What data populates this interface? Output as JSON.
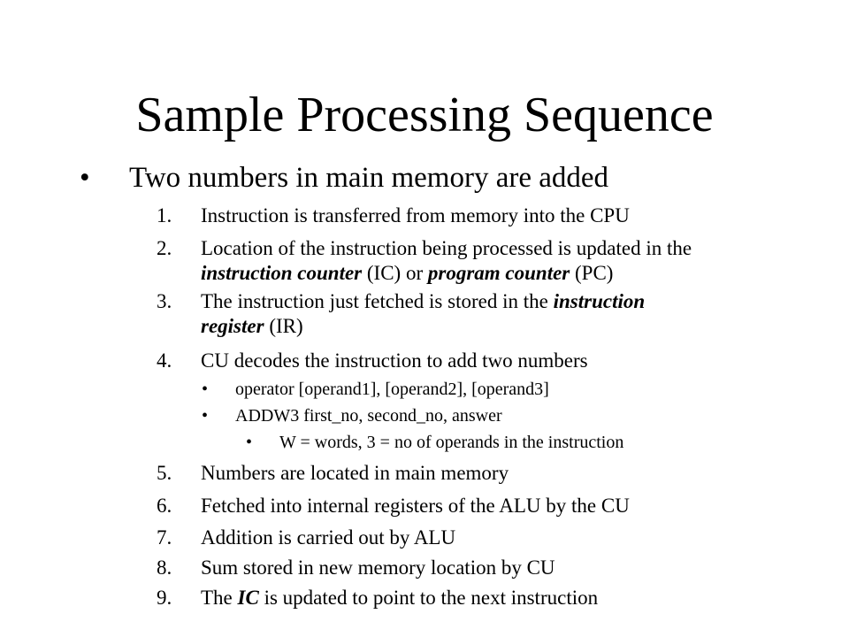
{
  "title": "Sample Processing Sequence",
  "main_bullet": {
    "marker": "•",
    "text": "Two numbers in main memory are added"
  },
  "steps": [
    {
      "num": "1.",
      "parts": [
        "Instruction is transferred from memory into the CPU"
      ]
    },
    {
      "num": "2.",
      "line1": "Location of the instruction being processed is updated in the",
      "em1": "instruction counter",
      "mid": " (IC) or ",
      "em2": "program counter",
      "end": " (PC)"
    },
    {
      "num": "3.",
      "pre": "The instruction just fetched is stored in the ",
      "em1": "instruction",
      "em2": "register",
      "end": " (IR)"
    },
    {
      "num": "4.",
      "parts": [
        "CU decodes the instruction to add two numbers"
      ]
    },
    {
      "num": "5.",
      "parts": [
        "Numbers are located in main memory"
      ]
    },
    {
      "num": "6.",
      "parts": [
        "Fetched into internal registers of the ALU by the CU"
      ]
    },
    {
      "num": "7.",
      "parts": [
        "Addition is carried out by ALU"
      ]
    },
    {
      "num": "8.",
      "parts": [
        "Sum stored in new memory location by CU"
      ]
    },
    {
      "num": "9.",
      "pre": "The ",
      "em1": "IC",
      "end": " is updated to point to the next instruction"
    }
  ],
  "sub_bullets": [
    {
      "marker": "•",
      "text": "operator [operand1], [operand2], [operand3]"
    },
    {
      "marker": "•",
      "text": "ADDW3 first_no, second_no, answer"
    }
  ],
  "sub_sub_bullet": {
    "marker": "•",
    "text": "W = words, 3 = no of operands in the instruction"
  }
}
